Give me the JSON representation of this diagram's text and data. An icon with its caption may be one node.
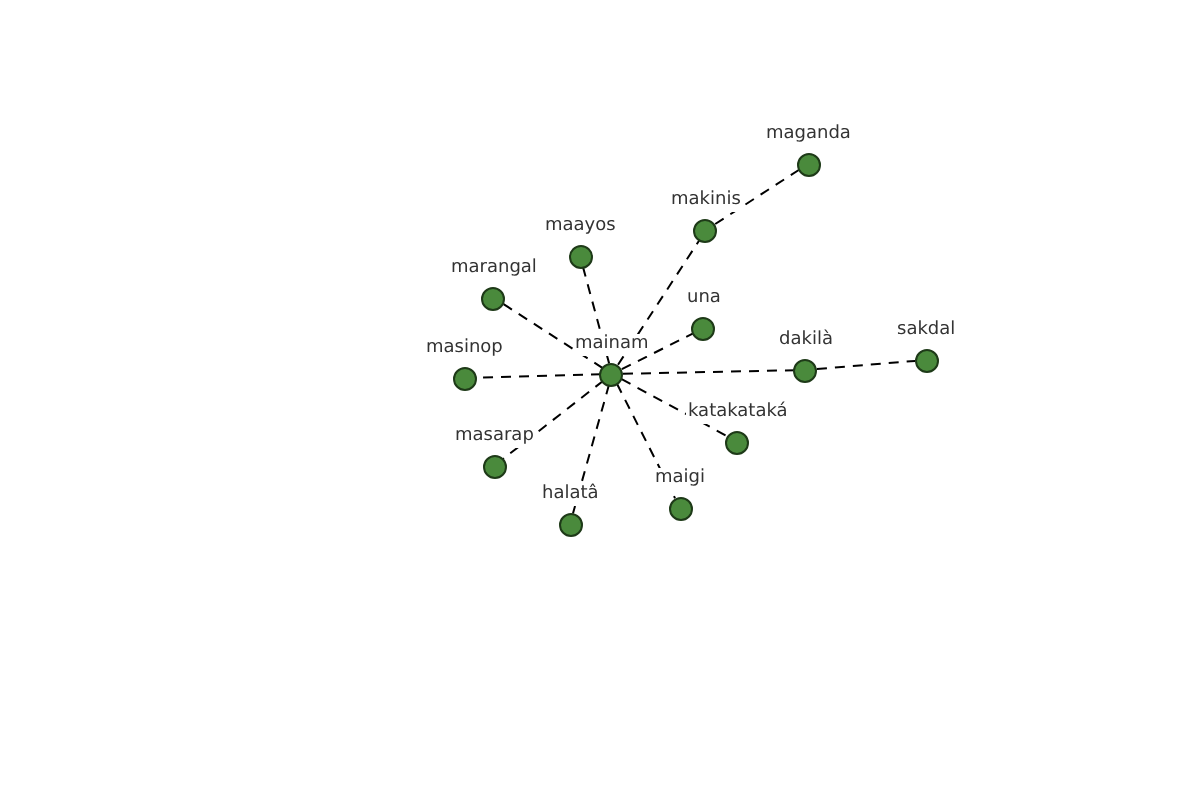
{
  "diagram": {
    "nodes": [
      {
        "text": [
          "maganda"
        ]
      },
      {
        "text": [
          "makinis"
        ]
      },
      {
        "text": [
          "maayos"
        ]
      },
      {
        "text": [
          "marangal"
        ]
      },
      {
        "text": [
          "una"
        ]
      },
      {
        "text": [
          "sakdal"
        ]
      },
      {
        "text": [
          "dakilà"
        ]
      },
      {
        "text": [
          "masinop"
        ]
      },
      {
        "text": [
          "mainam"
        ]
      },
      {
        "text": [
          "katakataká"
        ]
      },
      {
        "text": [
          "masarap"
        ]
      },
      {
        "text": [
          "maigi"
        ]
      },
      {
        "text": [
          "halatâ"
        ]
      }
    ],
    "edges": [
      {
        "from": 1,
        "to": 0,
        "arrow": "none",
        "style": "dashed"
      },
      {
        "from": 8,
        "to": 1,
        "arrow": "none",
        "style": "dashed"
      },
      {
        "from": 8,
        "to": 2,
        "arrow": "none",
        "style": "dashed"
      },
      {
        "from": 8,
        "to": 3,
        "arrow": "none",
        "style": "dashed"
      },
      {
        "from": 8,
        "to": 4,
        "arrow": "none",
        "style": "dashed"
      },
      {
        "from": 6,
        "to": 5,
        "arrow": "none",
        "style": "dashed"
      },
      {
        "from": 8,
        "to": 6,
        "arrow": "none",
        "style": "dashed"
      },
      {
        "from": 8,
        "to": 7,
        "arrow": "none",
        "style": "dashed"
      },
      {
        "from": 8,
        "to": 9,
        "arrow": "none",
        "style": "dashed"
      },
      {
        "from": 8,
        "to": 10,
        "arrow": "none",
        "style": "dashed"
      },
      {
        "from": 8,
        "to": 11,
        "arrow": "none",
        "style": "dashed"
      },
      {
        "from": 8,
        "to": 12,
        "arrow": "none",
        "style": "dashed"
      }
    ]
  }
}
